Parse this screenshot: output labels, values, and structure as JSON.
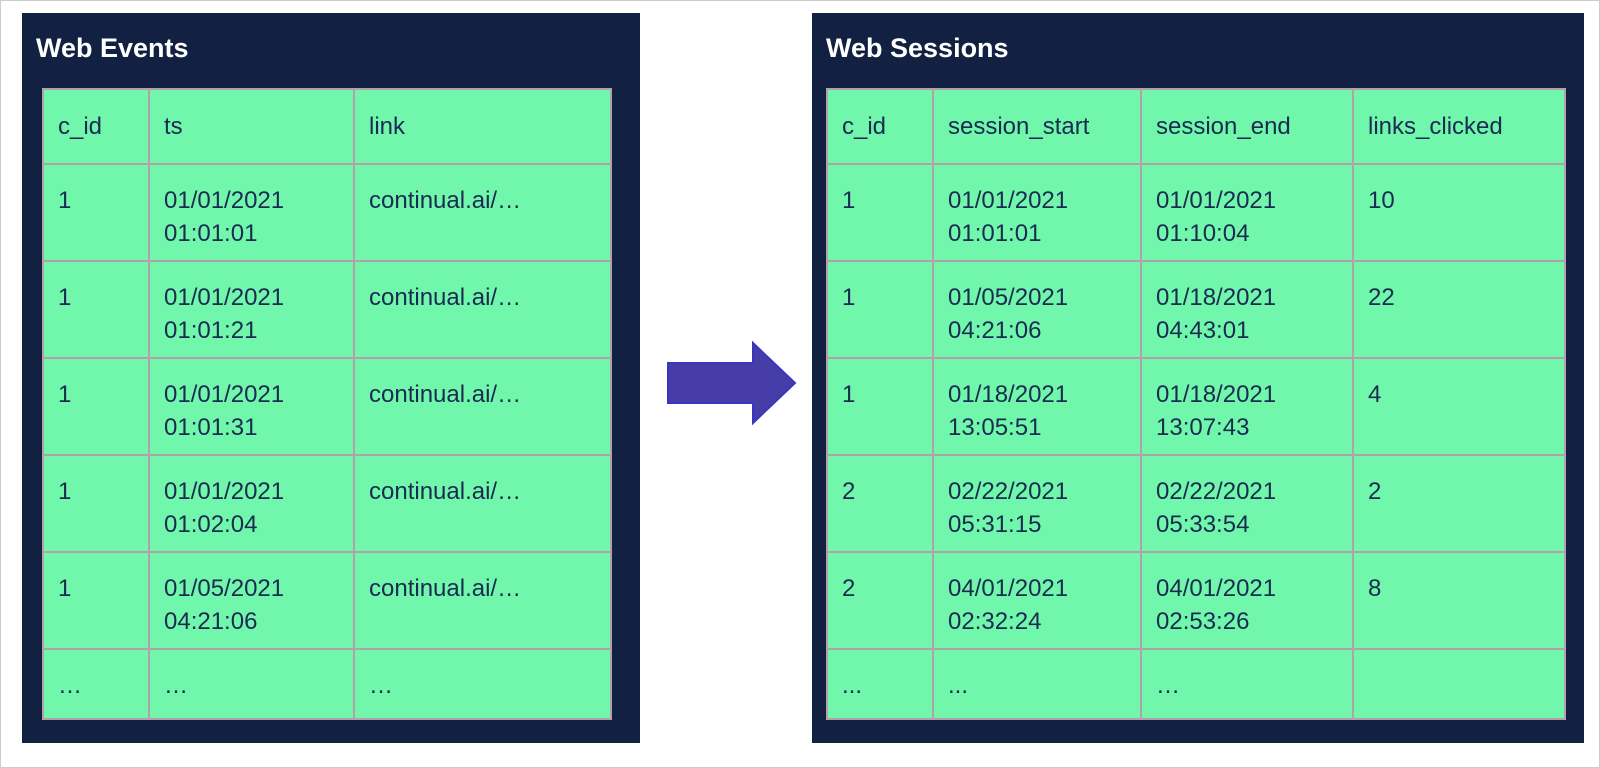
{
  "diagram": {
    "left_panel": {
      "title": "Web Events",
      "columns": [
        "c_id",
        "ts",
        "link"
      ],
      "rows": [
        [
          "1",
          "01/01/2021\n01:01:01",
          "continual.ai/…"
        ],
        [
          "1",
          "01/01/2021\n01:01:21",
          "continual.ai/…"
        ],
        [
          "1",
          "01/01/2021\n01:01:31",
          "continual.ai/…"
        ],
        [
          "1",
          "01/01/2021\n01:02:04",
          "continual.ai/…"
        ],
        [
          "1",
          "01/05/2021\n04:21:06",
          "continual.ai/…"
        ],
        [
          "…",
          "…",
          "…"
        ]
      ]
    },
    "right_panel": {
      "title": "Web Sessions",
      "columns": [
        "c_id",
        "session_start",
        "session_end",
        "links_clicked"
      ],
      "rows": [
        [
          "1",
          "01/01/2021\n01:01:01",
          "01/01/2021\n01:10:04",
          "10"
        ],
        [
          "1",
          "01/05/2021\n04:21:06",
          "01/18/2021\n04:43:01",
          "22"
        ],
        [
          "1",
          "01/18/2021\n13:05:51",
          "01/18/2021\n13:07:43",
          "4"
        ],
        [
          "2",
          "02/22/2021\n05:31:15",
          "02/22/2021\n05:33:54",
          "2"
        ],
        [
          "2",
          "04/01/2021\n02:32:24",
          "04/01/2021\n02:53:26",
          "8"
        ],
        [
          "...",
          "...",
          "…",
          ""
        ]
      ]
    },
    "arrow_icon": "right-block-arrow",
    "colors": {
      "page_background": "#ffffff",
      "panel_background": "#122142",
      "table_background": "#70f7ab",
      "inner_cell_border": "#b4a0ab",
      "table_outer_border": "#8f979a",
      "cell_text": "#1a2b52",
      "title_text": "#ffffff",
      "arrow_fill": "#473da8",
      "arrow_stroke": "#3936be"
    }
  }
}
